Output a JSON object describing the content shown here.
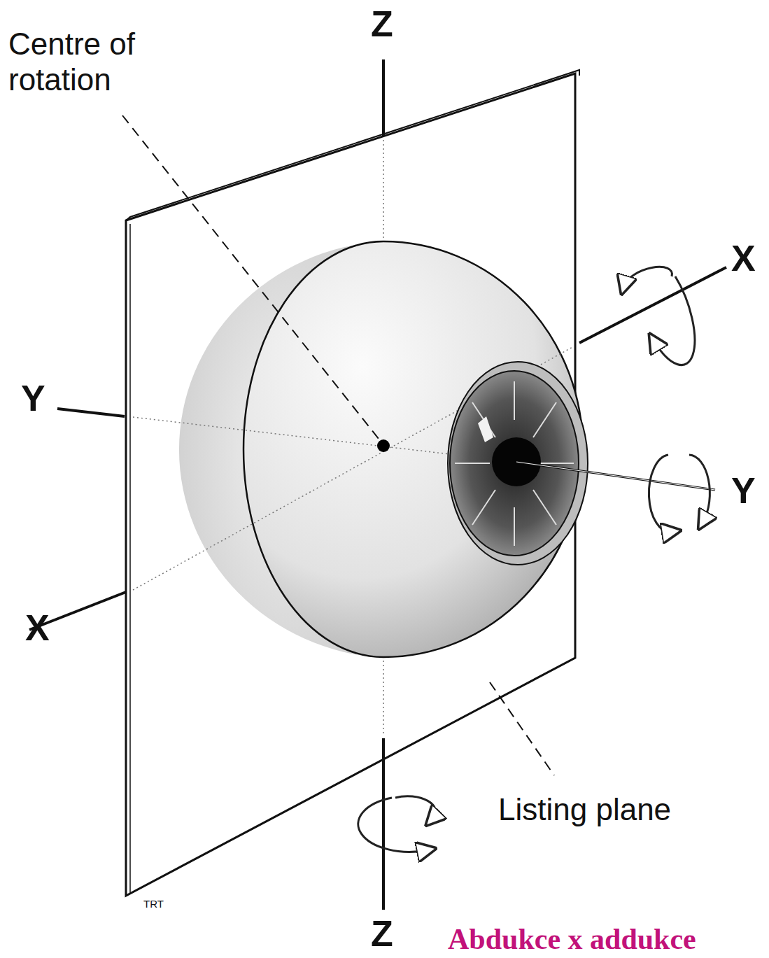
{
  "diagram": {
    "labels": [
      "Centre of rotation",
      "Z",
      "X",
      "Y",
      "Y",
      "X",
      "Listing plane",
      "TRT",
      "Z",
      "Abdukce x addukce"
    ]
  }
}
